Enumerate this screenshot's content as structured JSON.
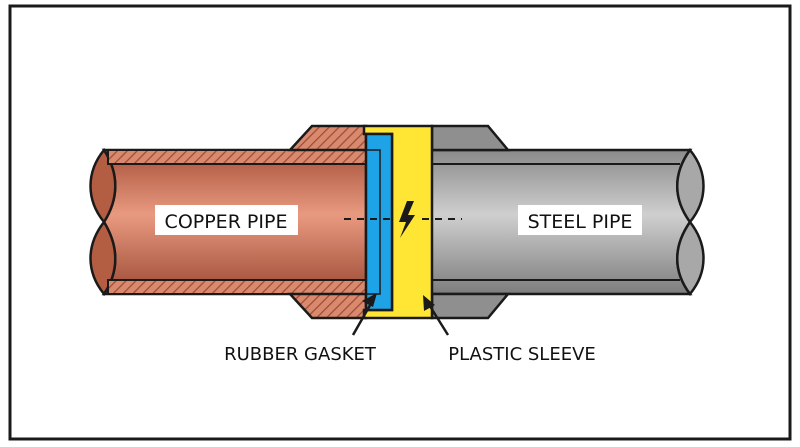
{
  "labels": {
    "copper_pipe": "COPPER PIPE",
    "steel_pipe": "STEEL PIPE",
    "rubber_gasket": "RUBBER GASKET",
    "plastic_sleeve": "PLASTIC SLEEVE"
  },
  "icons": {
    "current_break": "lightning-bolt-icon"
  },
  "colors": {
    "copper": "#c4674a",
    "copper_dark": "#9e4b35",
    "copper_hatch": "#c8735a",
    "steel": "#9a9a9a",
    "steel_dark": "#7d7d7d",
    "steel_fitting": "#8f8f8f",
    "gasket": "#1ea4e6",
    "sleeve": "#ffe534",
    "outline": "#1a1a1a",
    "background": "#ffffff",
    "label_bg": "#ffffff"
  }
}
